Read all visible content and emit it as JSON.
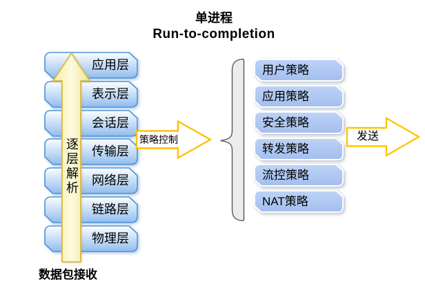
{
  "title": {
    "line1": "单进程",
    "line2": "Run-to-completion"
  },
  "left_stack": {
    "layers": [
      "应用层",
      "表示层",
      "会话层",
      "传输层",
      "网络层",
      "链路层",
      "物理层"
    ],
    "arrow_label": "逐层解析",
    "bottom_label": "数据包接收"
  },
  "policy_arrow_label": "策略控制",
  "policies": [
    "用户策略",
    "应用策略",
    "安全策略",
    "转发策略",
    "流控策略",
    "NAT策略"
  ],
  "send_arrow_label": "发送",
  "colors": {
    "layer_box_border": "#4e94d8",
    "layer_box_fill_top": "#fdfeff",
    "layer_box_fill_bottom": "#8fbbed",
    "policy_box_fill": "#aec7f1",
    "policy_box_border": "#ffffff",
    "up_arrow_fill": "#fbf6c4",
    "up_arrow_border": "#d9bc4f",
    "block_arrow_outline": "#ffc000",
    "block_arrow_fill": "#ffffff",
    "brace_fill": "#ececec",
    "brace_outline": "#4d4d4d"
  }
}
